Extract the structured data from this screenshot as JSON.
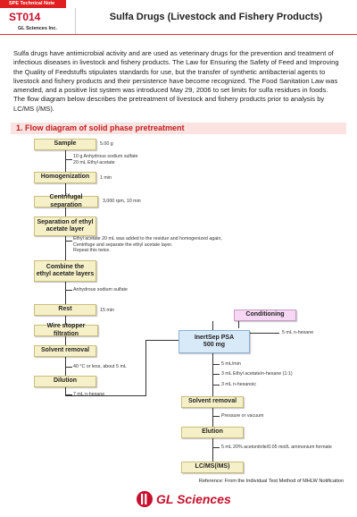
{
  "header": {
    "tag": "SPE Technical Note",
    "code": "ST014",
    "company": "GL Sciences Inc.",
    "title": "Sulfa Drugs (Livestock and Fishery Products)"
  },
  "intro": [
    "Sulfa drugs have antimicrobial activity and are used as veterinary drugs for the prevention and treatment of infectious diseases in livestock and fishery products. The Law for Ensuring the Safety of Feed and Improving the Quality of Feedstuffs stipulates standards for use, but the transfer of synthetic antibacterial agents to livestock and fishery products and their persistence have become recognized. The Food Sanitation Law was amended, and a positive list system was introduced May 29, 2006 to set limits for sulfa residues in foods.",
    "The flow diagram below describes the pretreatment of livestock and fishery products prior to analysis by LC/MS (/MS)."
  ],
  "section_title": "1. Flow diagram of solid phase pretreatment",
  "flow": {
    "sample": "Sample",
    "sample_note": "5.00 g",
    "note_sulfate": [
      "10 g Anhydrous sodium sulfate",
      "20 mL Ethyl acetate"
    ],
    "homogenization": "Homogenization",
    "homog_note": "1 min",
    "centrifugal": "Centrifugal separation",
    "centrifugal_note": "3,000 rpm, 10 min",
    "separation": [
      "Separation of ethyl",
      "acetate layer"
    ],
    "separation_note": [
      "Ethyl acetate 20 mL was added to the residue and homogenized again,",
      "Centrifuge and separate the ethyl acetate layer.",
      "Repeat this twice."
    ],
    "combine": [
      "Combine the",
      "ethyl acetate layers"
    ],
    "combine_note": "Anhydrous sodium sulfate",
    "rest": "Rest",
    "rest_note": "15 min",
    "wire": "Wire stopper filtration",
    "solvent_removal": "Solvent removal",
    "solvent_note": "40 °C or less, about 5 mL",
    "dilution": "Dilution",
    "dilution_note": "7 mL n-hexane",
    "conditioning": "Conditioning",
    "conditioning_note": "5 mL n-hexane",
    "psa": [
      "InertSep PSA",
      "500 mg"
    ],
    "psa_notes": [
      "5 mL/min",
      "3 mL Ethyl acetate/n-hexane (1:1)",
      "3 mL n-hexanoic"
    ],
    "solvent_removal2": "Solvent removal",
    "solvent2_note": "Pressure or vacuum",
    "elution": "Elution",
    "elution_note": "5 mL 20% acetonitrile/0.05 mol/L ammonium formate",
    "lcms": "LC/MS(/MS)"
  },
  "reference": "Reference: From the Individual Test Method of MHLW Notification",
  "logo_text": "GL Sciences",
  "colors": {
    "red": "#c8102e",
    "box": "#f6f0c8",
    "psa": "#d8e9f8",
    "conditioning": "#f6d7f4"
  }
}
